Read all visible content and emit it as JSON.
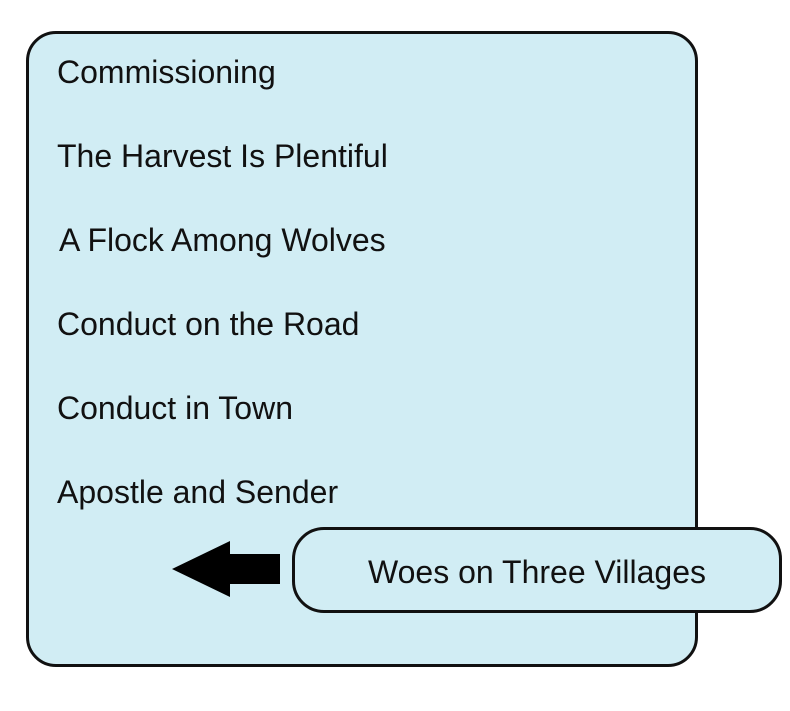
{
  "items": [
    {
      "label": "Commissioning"
    },
    {
      "label": "The Harvest Is Plentiful"
    },
    {
      "label": "A Flock Among Wolves"
    },
    {
      "label": "Conduct on the Road"
    },
    {
      "label": "Conduct in Town"
    },
    {
      "label": "Apostle and Sender"
    }
  ],
  "callout": {
    "label": "Woes on Three Villages"
  },
  "colors": {
    "panel_fill": "#d1edf4",
    "outline": "#111111",
    "arrow": "#000000"
  },
  "icons": {
    "pointer": "left-arrow-icon"
  }
}
